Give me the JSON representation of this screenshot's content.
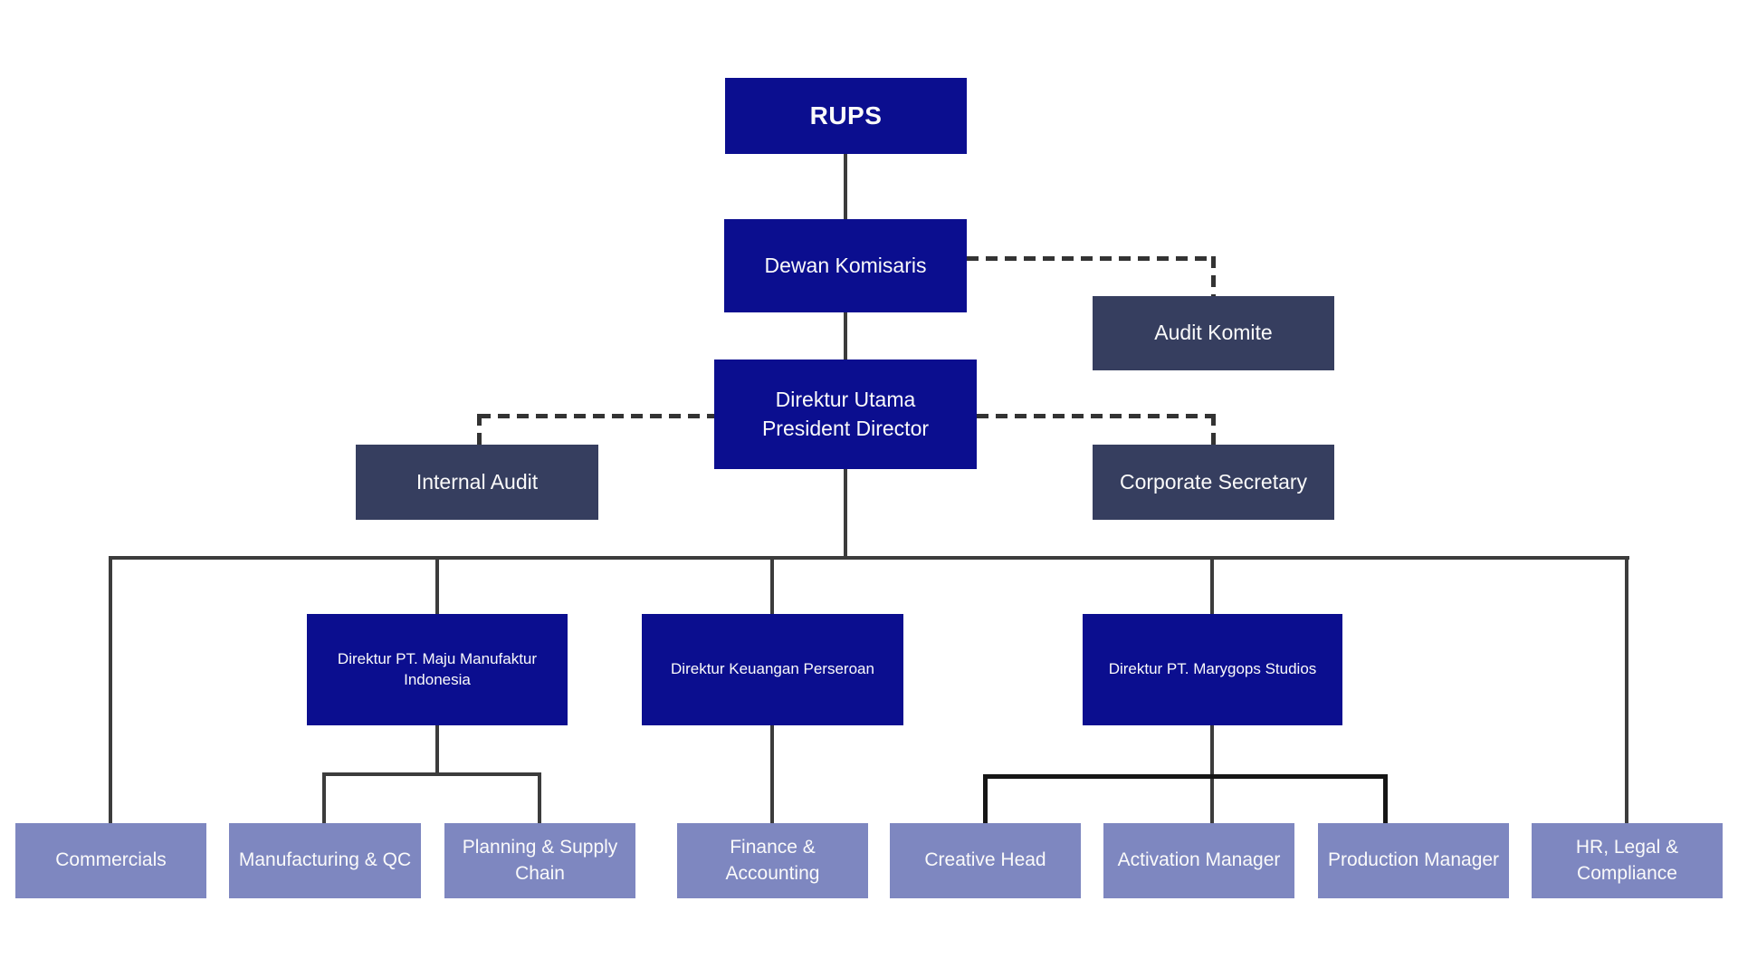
{
  "palette": {
    "navy": "#0B0E8F",
    "slate": "#363E5F",
    "periwinkle": "#7E87C0",
    "line_gray": "#3C3C3C",
    "line_black": "#161616",
    "text": "#FAFAFA",
    "background": "#FFFFFF"
  },
  "nodes": {
    "rups": {
      "label": "RUPS"
    },
    "dewan_komisaris": {
      "label": "Dewan Komisaris"
    },
    "audit_komite": {
      "label": "Audit Komite"
    },
    "direktur_utama": {
      "label": "Direktur Utama\nPresident Director"
    },
    "internal_audit": {
      "label": "Internal Audit"
    },
    "corporate_secretary": {
      "label": "Corporate Secretary"
    },
    "direktur_maju": {
      "label": "Direktur PT. Maju Manufaktur\nIndonesia"
    },
    "direktur_keuangan": {
      "label": "Direktur Keuangan Perseroan"
    },
    "direktur_marygops": {
      "label": "Direktur PT. Marygops Studios"
    },
    "commercials": {
      "label": "Commercials"
    },
    "manufacturing_qc": {
      "label": "Manufacturing & QC"
    },
    "planning_supply_chain": {
      "label": "Planning & Supply\nChain"
    },
    "finance_accounting": {
      "label": "Finance &\nAccounting"
    },
    "creative_head": {
      "label": "Creative Head"
    },
    "activation_manager": {
      "label": "Activation Manager"
    },
    "production_manager": {
      "label": "Production Manager"
    },
    "hr_legal_compliance": {
      "label": "HR, Legal &\nCompliance"
    }
  },
  "edges": [
    {
      "from": "rups",
      "to": "dewan_komisaris",
      "style": "solid"
    },
    {
      "from": "dewan_komisaris",
      "to": "audit_komite",
      "style": "dashed"
    },
    {
      "from": "dewan_komisaris",
      "to": "direktur_utama",
      "style": "solid"
    },
    {
      "from": "direktur_utama",
      "to": "internal_audit",
      "style": "dashed"
    },
    {
      "from": "direktur_utama",
      "to": "corporate_secretary",
      "style": "dashed"
    },
    {
      "from": "direktur_utama",
      "to": "commercials",
      "style": "solid"
    },
    {
      "from": "direktur_utama",
      "to": "direktur_maju",
      "style": "solid"
    },
    {
      "from": "direktur_utama",
      "to": "direktur_keuangan",
      "style": "solid"
    },
    {
      "from": "direktur_utama",
      "to": "direktur_marygops",
      "style": "solid"
    },
    {
      "from": "direktur_utama",
      "to": "hr_legal_compliance",
      "style": "solid"
    },
    {
      "from": "direktur_maju",
      "to": "manufacturing_qc",
      "style": "solid"
    },
    {
      "from": "direktur_maju",
      "to": "planning_supply_chain",
      "style": "solid"
    },
    {
      "from": "direktur_keuangan",
      "to": "finance_accounting",
      "style": "solid"
    },
    {
      "from": "direktur_marygops",
      "to": "creative_head",
      "style": "solid"
    },
    {
      "from": "direktur_marygops",
      "to": "activation_manager",
      "style": "solid"
    },
    {
      "from": "direktur_marygops",
      "to": "production_manager",
      "style": "solid"
    }
  ]
}
